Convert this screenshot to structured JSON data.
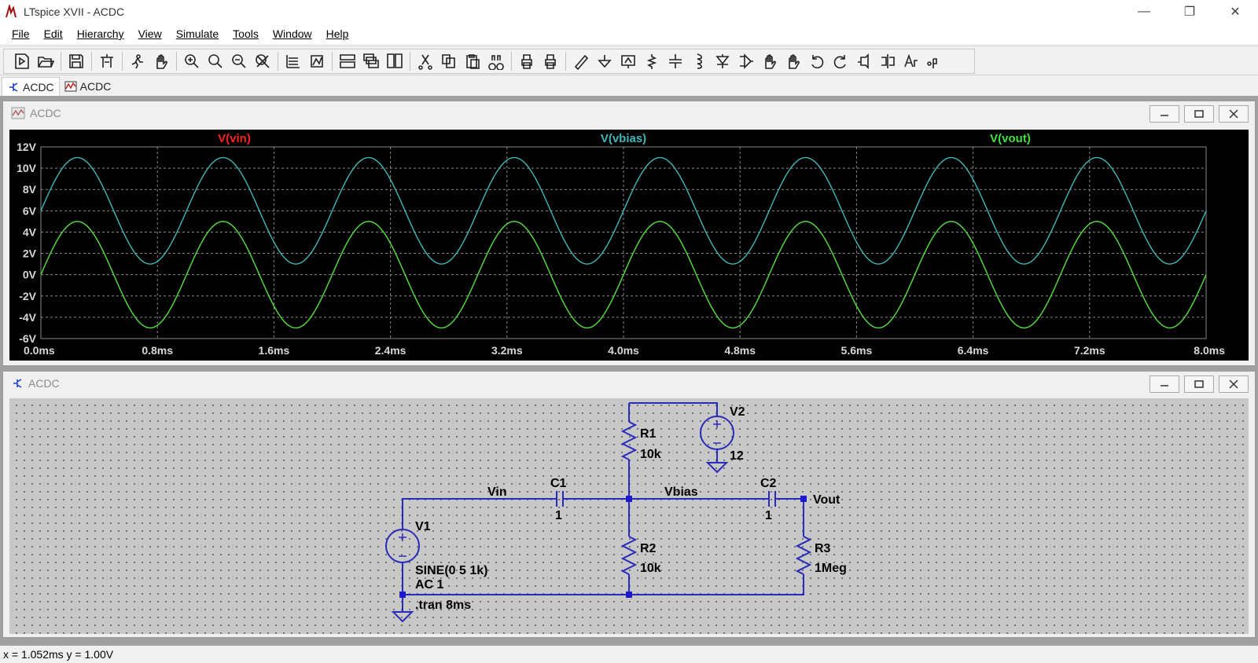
{
  "window": {
    "title": "LTspice XVII - ACDC",
    "minimize": "—",
    "restore": "❐",
    "close": "✕"
  },
  "menu": [
    {
      "label": "File"
    },
    {
      "label": "Edit"
    },
    {
      "label": "Hierarchy"
    },
    {
      "label": "View"
    },
    {
      "label": "Simulate"
    },
    {
      "label": "Tools"
    },
    {
      "label": "Window"
    },
    {
      "label": "Help"
    }
  ],
  "toolbar": {
    "groups": [
      [
        "new-schematic-icon",
        "open-icon"
      ],
      [
        "save-icon"
      ],
      [
        "control-panel-icon"
      ],
      [
        "run-icon",
        "halt-icon"
      ],
      [
        "zoom-in-icon",
        "zoom-pan-icon",
        "zoom-out-icon",
        "zoom-fit-icon"
      ],
      [
        "autorange-icon",
        "add-trace-icon"
      ],
      [
        "tile-horizontal-icon",
        "cascade-icon",
        "tile-vertical-icon"
      ],
      [
        "cut-icon",
        "copy-icon",
        "paste-icon",
        "find-icon"
      ],
      [
        "print-icon",
        "print-setup-icon"
      ],
      [
        "wire-icon",
        "ground-icon",
        "label-net-icon",
        "resistor-icon",
        "capacitor-icon",
        "inductor-icon",
        "diode-icon",
        "component-icon",
        "move-icon",
        "drag-icon",
        "undo-icon",
        "redo-icon",
        "rotate-icon",
        "mirror-icon",
        "text-icon",
        "spice-directive-icon"
      ]
    ]
  },
  "doc_tabs": [
    {
      "label": "ACDC",
      "icon": "schematic-icon",
      "active": true
    },
    {
      "label": "ACDC",
      "icon": "waveform-icon",
      "active": false
    }
  ],
  "waveform_window": {
    "title": "ACDC",
    "traces": [
      {
        "label": "V(vin)",
        "color": "#ff2020"
      },
      {
        "label": "V(vbias)",
        "color": "#40b8b8"
      },
      {
        "label": "V(vout)",
        "color": "#40e040"
      }
    ],
    "y_ticks": [
      "12V",
      "10V",
      "8V",
      "6V",
      "4V",
      "2V",
      "0V",
      "-2V",
      "-4V",
      "-6V"
    ],
    "x_ticks": [
      "0.0ms",
      "0.8ms",
      "1.6ms",
      "2.4ms",
      "3.2ms",
      "4.0ms",
      "4.8ms",
      "5.6ms",
      "6.4ms",
      "7.2ms",
      "8.0ms"
    ]
  },
  "chart_data": {
    "type": "line",
    "title": "",
    "xlabel": "",
    "ylabel": "",
    "xlim": [
      0,
      8.0
    ],
    "ylim": [
      -6,
      12
    ],
    "grid": true,
    "legend": "top",
    "series": [
      {
        "name": "V(vin)",
        "color": "#ff2020",
        "offset": 0,
        "amplitude": 5,
        "frequency_khz": 1
      },
      {
        "name": "V(vbias)",
        "color": "#40b8b8",
        "offset": 6,
        "amplitude": 5,
        "frequency_khz": 1
      },
      {
        "name": "V(vout)",
        "color": "#40e040",
        "offset": 0,
        "amplitude": 5,
        "frequency_khz": 1
      }
    ]
  },
  "schematic_window": {
    "title": "ACDC",
    "components": {
      "V2": {
        "name": "V2",
        "value": "12"
      },
      "R1": {
        "name": "R1",
        "value": "10k"
      },
      "C1": {
        "name": "C1",
        "value": "1"
      },
      "C2": {
        "name": "C2",
        "value": "1"
      },
      "V1": {
        "name": "V1",
        "value": "SINE(0 5 1k)",
        "ac": "AC 1"
      },
      "R2": {
        "name": "R2",
        "value": "10k"
      },
      "R3": {
        "name": "R3",
        "value": "1Meg"
      }
    },
    "nets": {
      "vin": "Vin",
      "vbias": "Vbias",
      "vout": "Vout"
    },
    "directive": ".tran 8ms"
  },
  "status": "x = 1.052ms   y = 1.00V"
}
